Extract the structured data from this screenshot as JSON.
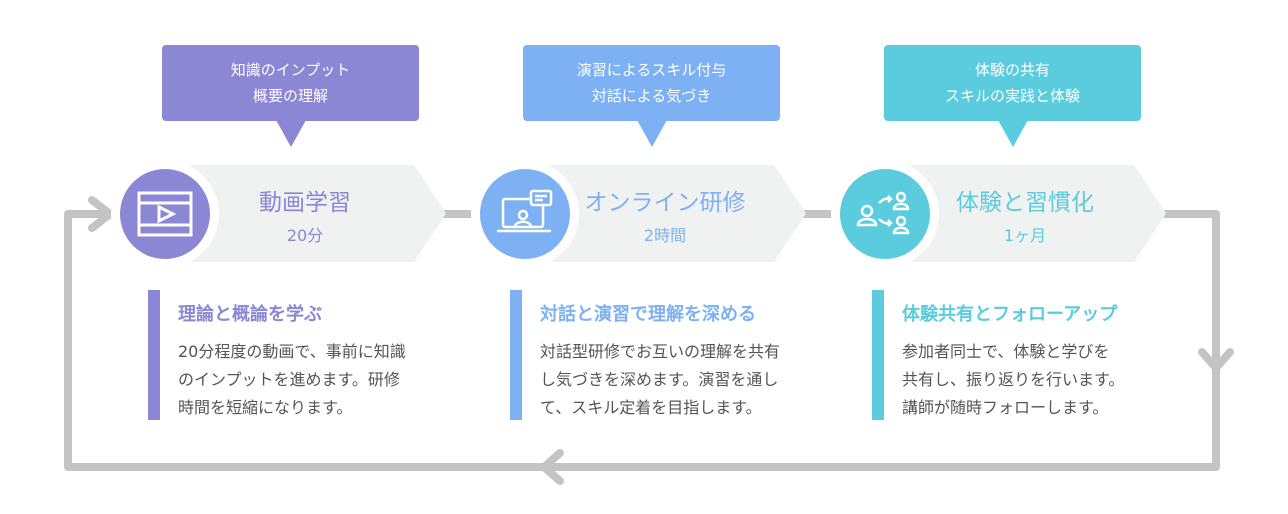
{
  "colors": {
    "purple": "#8b87d4",
    "blue": "#7eb1f3",
    "cyan": "#5accdd",
    "line": "#c4c4c4",
    "pill": "#f0f1f1"
  },
  "steps": [
    {
      "callout": [
        "知識のインプット",
        "概要の理解"
      ],
      "title": "動画学習",
      "duration": "20分",
      "icon": "film-play-icon",
      "desc_title": "理論と概論を学ぶ",
      "desc": [
        "20分程度の動画で、事前に知識",
        "のインプットを進めます。研修",
        "時間を短縮になります。"
      ]
    },
    {
      "callout": [
        "演習によるスキル付与",
        "対話による気づき"
      ],
      "title": "オンライン研修",
      "duration": "2時間",
      "icon": "laptop-chat-icon",
      "desc_title": "対話と演習で理解を深める",
      "desc": [
        "対話型研修でお互いの理解を共有",
        "し気づきを深めます。演習を通し",
        "て、スキル定着を目指します。"
      ]
    },
    {
      "callout": [
        "体験の共有",
        "スキルの実践と体験"
      ],
      "title": "体験と習慣化",
      "duration": "1ヶ月",
      "icon": "people-share-icon",
      "desc_title": "体験共有とフォローアップ",
      "desc": [
        "参加者同士で、体験と学びを",
        "共有し、振り返りを行います。",
        "講師が随時フォローします。"
      ]
    }
  ]
}
